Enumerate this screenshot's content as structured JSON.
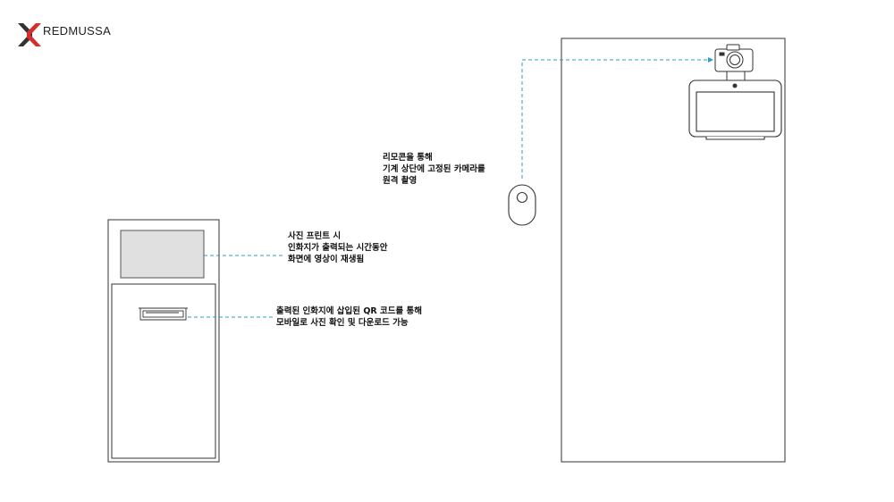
{
  "brand": {
    "name": "REDMUSSA",
    "accent_red": "#d32f2f",
    "accent_dark": "#333333"
  },
  "annotations": {
    "remote": {
      "lines": [
        "리모콘을 통해",
        "기계 상단에 고정된 카메라를",
        "원격 촬영"
      ]
    },
    "screen": {
      "lines": [
        "사진 프린트 시",
        "인화지가 출력되는 시간동안",
        "화면에 영상이 재생됨"
      ]
    },
    "print_slot": {
      "lines": [
        "출력된 인화지에 삽입된 QR 코드를 통해",
        "모바일로 사진 확인 및 다운로드 가능"
      ]
    }
  },
  "colors": {
    "leader_line": "#2a9fbf",
    "outline": "#333333",
    "screen_fill": "#e0e0e0"
  },
  "icons": [
    "camera-icon",
    "remote-control-icon",
    "monitor-icon",
    "print-slot-icon",
    "logo-icon"
  ]
}
